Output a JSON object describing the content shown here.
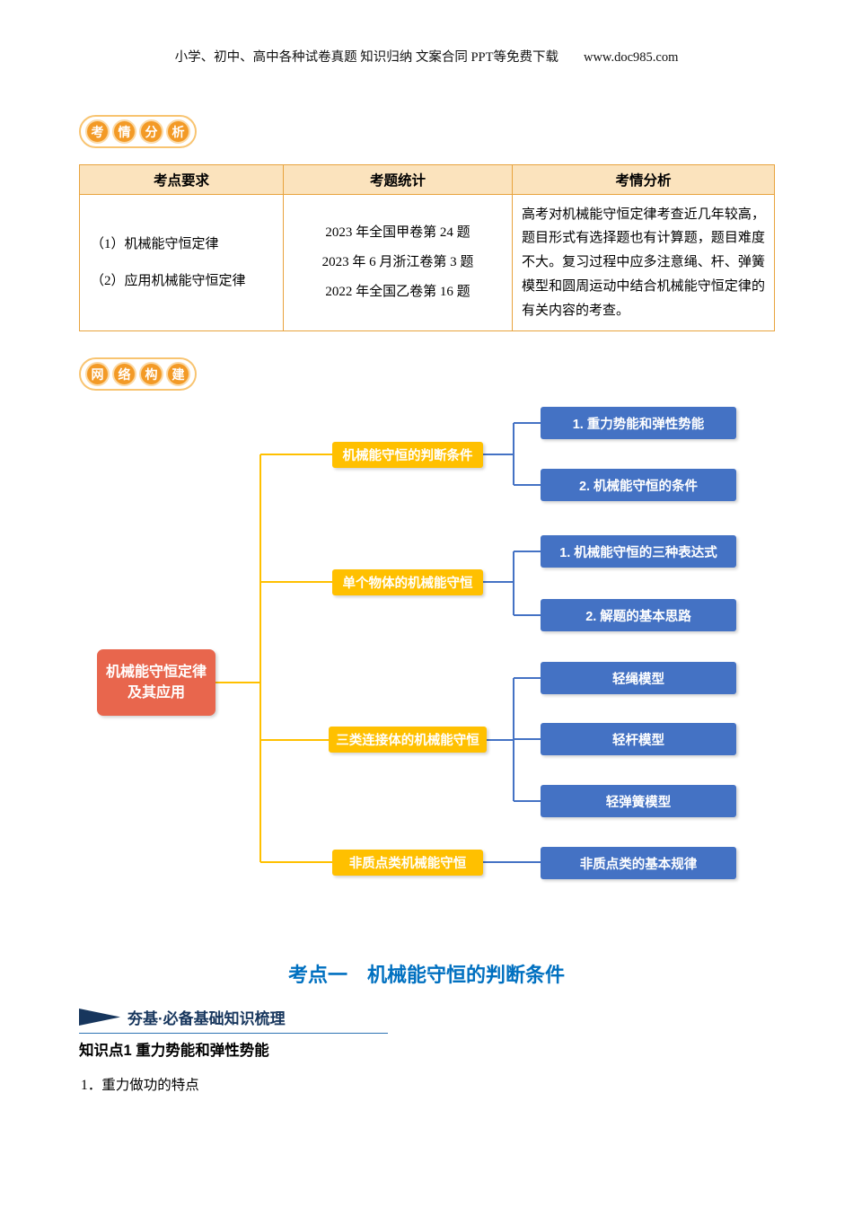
{
  "header": {
    "text": "小学、初中、高中各种试卷真题 知识归纳 文案合同 PPT等免费下载",
    "url": "www.doc985.com"
  },
  "badges": {
    "exam_analysis": [
      "考",
      "情",
      "分",
      "析"
    ],
    "network_build": [
      "网",
      "络",
      "构",
      "建"
    ]
  },
  "table": {
    "headers": [
      "考点要求",
      "考题统计",
      "考情分析"
    ],
    "row": {
      "requirements": [
        "（1）机械能守恒定律",
        "（2）应用机械能守恒定律"
      ],
      "statistics": [
        "2023 年全国甲卷第 24 题",
        "2023 年 6 月浙江卷第 3 题",
        "2022 年全国乙卷第 16 题"
      ],
      "analysis": "高考对机械能守恒定律考查近几年较高，题目形式有选择题也有计算题，题目难度不大。复习过程中应多注意绳、杆、弹簧模型和圆周运动中结合机械能守恒定律的有关内容的考查。"
    }
  },
  "mindmap": {
    "root_line1": "机械能守恒定律",
    "root_line2": "及其应用",
    "branches": [
      {
        "label": "机械能守恒的判断条件",
        "children": [
          "1. 重力势能和弹性势能",
          "2. 机械能守恒的条件"
        ]
      },
      {
        "label": "单个物体的机械能守恒",
        "children": [
          "1. 机械能守恒的三种表达式",
          "2. 解题的基本思路"
        ]
      },
      {
        "label": "三类连接体的机械能守恒",
        "children": [
          "轻绳模型",
          "轻杆模型",
          "轻弹簧模型"
        ]
      },
      {
        "label": "非质点类机械能守恒",
        "children": [
          "非质点类的基本规律"
        ]
      }
    ],
    "colors": {
      "root": "#E8664D",
      "branch": "#FFC000",
      "leaf": "#4472C4"
    }
  },
  "section": {
    "title": "考点一　机械能守恒的判断条件",
    "banner": "夯基·必备基础知识梳理",
    "knowledge_point": "知识点1 重力势能和弹性势能",
    "item1": "1．重力做功的特点"
  }
}
